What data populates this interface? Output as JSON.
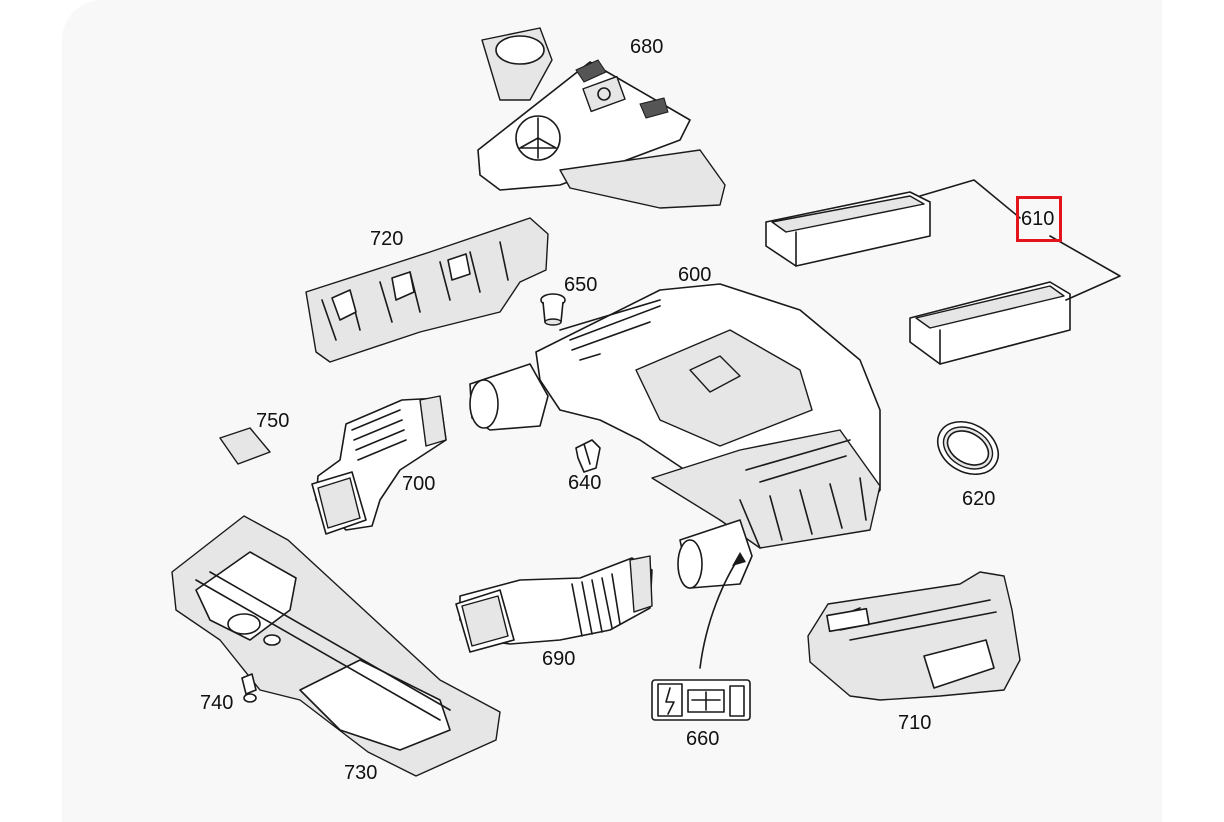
{
  "diagram": {
    "highlighted_part": "610",
    "labels": {
      "p600": "600",
      "p610": "610",
      "p620": "620",
      "p640": "640",
      "p650": "650",
      "p660": "660",
      "p680": "680",
      "p690": "690",
      "p700": "700",
      "p710": "710",
      "p720": "720",
      "p730": "730",
      "p740": "740",
      "p750": "750"
    },
    "colors": {
      "highlight": "#e3141c",
      "line": "#1a1a1a"
    }
  }
}
